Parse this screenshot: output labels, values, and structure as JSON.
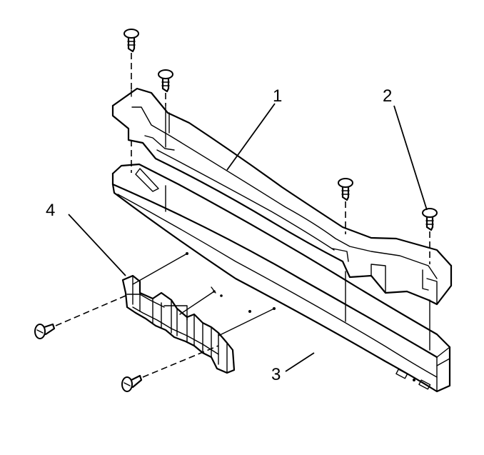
{
  "callouts": {
    "c1": "1",
    "c2": "2",
    "c3": "3",
    "c4": "4"
  },
  "parts": {
    "absorber": "bumper-energy-absorber",
    "bar": "front-bumper-impact-bar",
    "bracket": "license-plate-bracket",
    "fasteners": "push-pin-retainer-icon"
  }
}
